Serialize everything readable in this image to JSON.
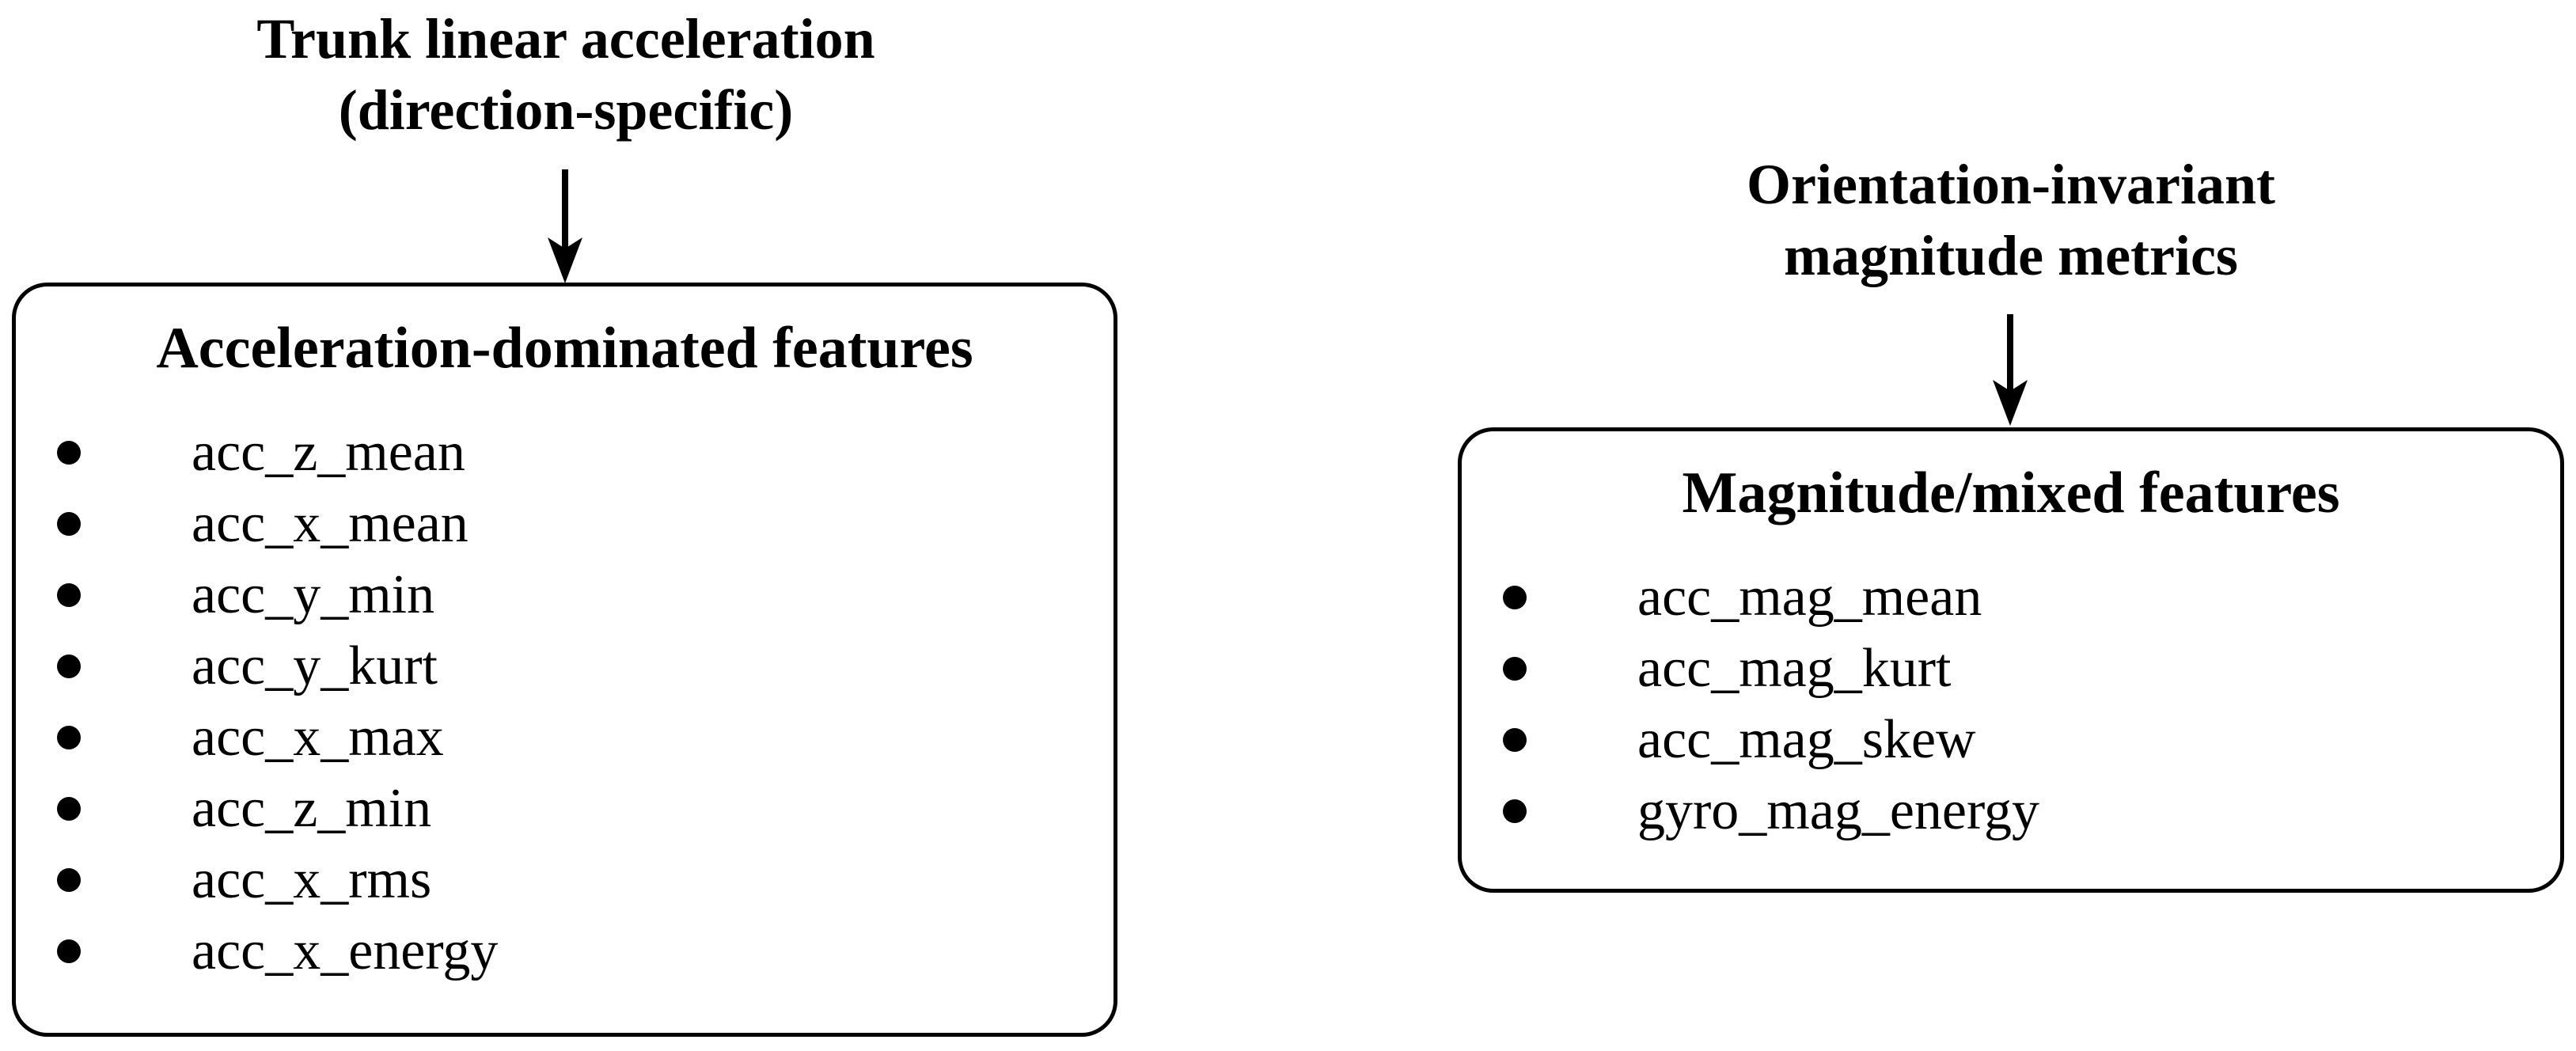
{
  "diagram": {
    "colors": {
      "ink": "#000000",
      "background": "#ffffff"
    },
    "icons": {
      "connector": "down-arrow",
      "list_marker": "bullet-dot"
    },
    "left": {
      "annotation_line1": "Trunk linear acceleration",
      "annotation_line2": "(direction-specific)",
      "box_title": "Acceleration-dominated features",
      "items": [
        "acc_z_mean",
        "acc_x_mean",
        "acc_y_min",
        "acc_y_kurt",
        "acc_x_max",
        "acc_z_min",
        "acc_x_rms",
        "acc_x_energy"
      ]
    },
    "right": {
      "annotation_line1": "Orientation-invariant",
      "annotation_line2": "magnitude metrics",
      "box_title": "Magnitude/mixed features",
      "items": [
        "acc_mag_mean",
        "acc_mag_kurt",
        "acc_mag_skew",
        "gyro_mag_energy"
      ]
    }
  }
}
